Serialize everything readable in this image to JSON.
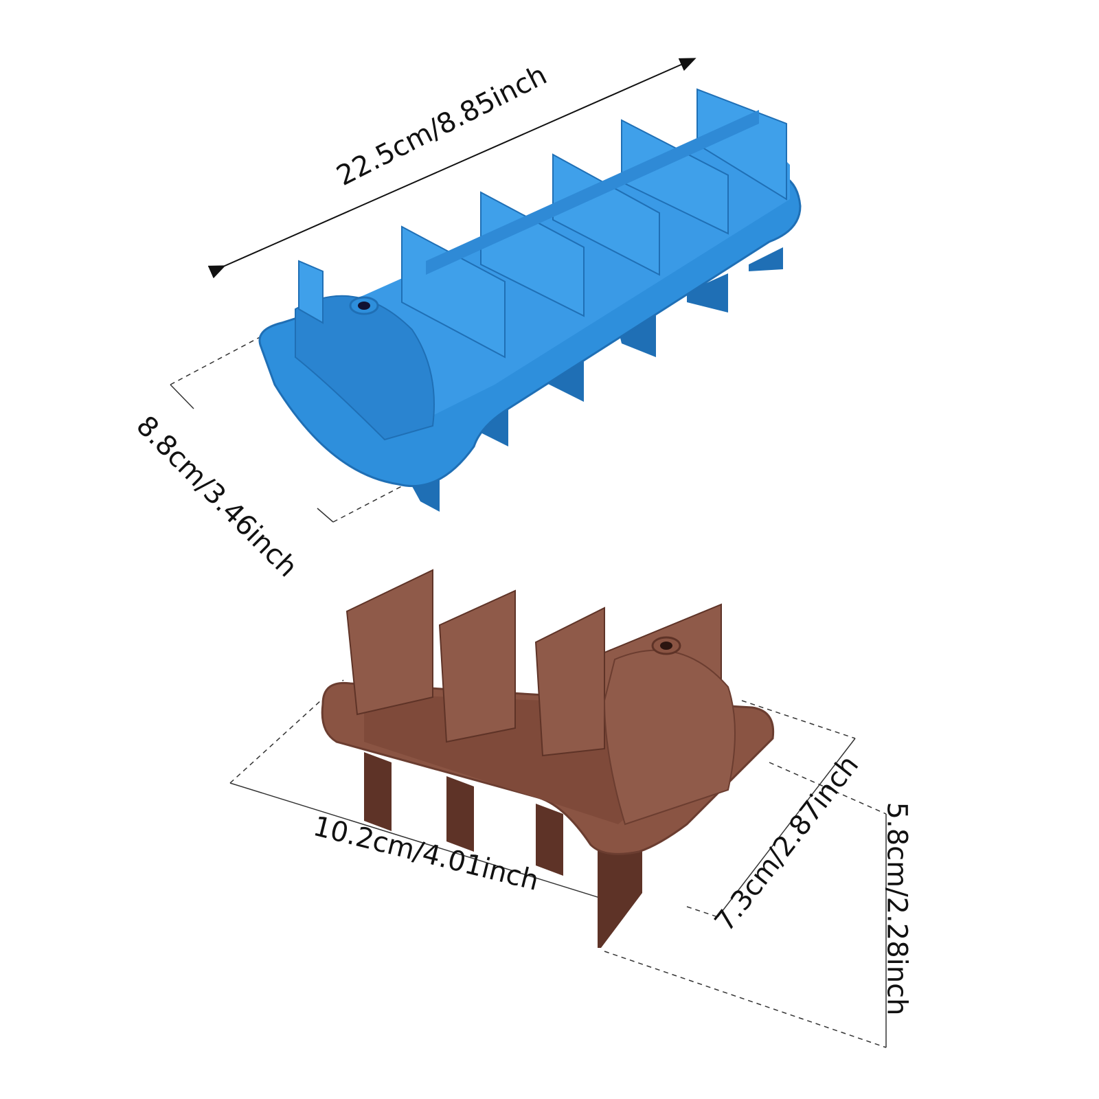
{
  "dimensions": {
    "length": "22.5cm/8.85inch",
    "width_blue": "8.8cm/3.46inch",
    "length_brown": "10.2cm/4.01inch",
    "width_brown": "7.3cm/2.87inch",
    "height": "5.8cm/2.28inch"
  },
  "colors": {
    "blue_mold": "#2e8fdc",
    "blue_dark": "#1f6fb5",
    "brown_mold": "#8a5443",
    "brown_dark": "#5e3327"
  }
}
